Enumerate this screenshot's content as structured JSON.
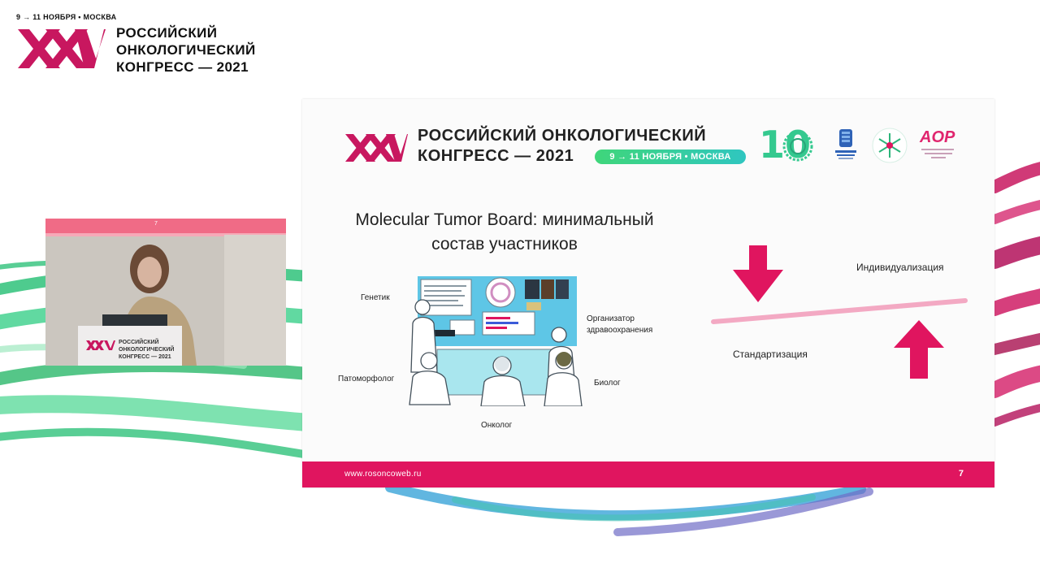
{
  "header": {
    "dates": "9 → 11 НОЯБРЯ • МОСКВА",
    "logo_text": "XXV",
    "title_lines": [
      "РОССИЙСКИЙ",
      "ОНКОЛОГИЧЕСКИЙ",
      "КОНГРЕСС — 2021"
    ]
  },
  "video": {
    "lectern_logo": "XXV",
    "lectern_lines": [
      "РОССИЙСКИЙ",
      "ОНКОЛОГИЧЕСКИЙ",
      "КОНГРЕСС — 2021"
    ],
    "banner_number": "7"
  },
  "slide": {
    "header_logo_text": "XXV",
    "header_lines": [
      "РОССИЙСКИЙ ОНКОЛОГИЧЕСКИЙ",
      "КОНГРЕСС — 2021"
    ],
    "header_pill": "9 → 11 НОЯБРЯ • МОСКВА",
    "partner_logos": [
      "rosoncoweb-10-years-logo",
      "oncology-journal-logo",
      "snowflake-society-logo",
      "aor-logo"
    ],
    "logo_10_text": "10",
    "logo_aor_text": "AOP",
    "title_lines": [
      "Molecular Tumor Board: минимальный",
      "состав участников"
    ],
    "roles": {
      "genetic": "Генетик",
      "organizer_line1": "Организатор",
      "organizer_line2": "здравоохранения",
      "pathomorph": "Патоморфолог",
      "biologist": "Биолог",
      "oncologist": "Онколог"
    },
    "labels": {
      "individualization": "Индивидуализация",
      "standardization": "Стандартизация"
    },
    "footer": {
      "url": "www.rosoncoweb.ru",
      "page": "7"
    }
  },
  "colors": {
    "brand_pink": "#e0155f",
    "brand_green": "#34c98f",
    "line_pink": "#f3a9c3"
  }
}
